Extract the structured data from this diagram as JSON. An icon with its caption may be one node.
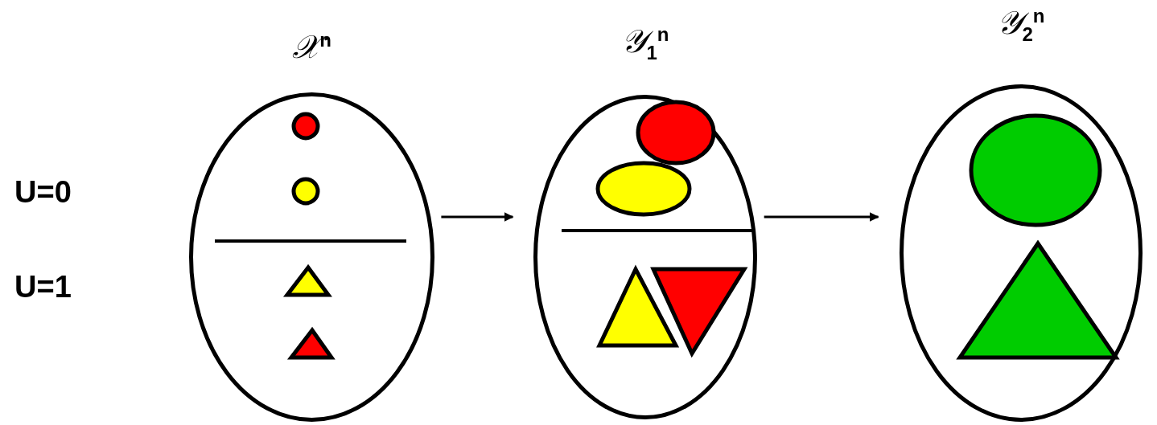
{
  "diagram": {
    "nodes": [
      {
        "text": [
          "𝒳$^{n}$"
        ]
      },
      {
        "text": [
          "𝒴$_{1}$$^{n}$"
        ]
      },
      {
        "text": [
          "𝒴$_{2}$$^{n}$"
        ]
      }
    ],
    "edges": [
      {
        "from": 0,
        "to": 1,
        "arrow": "to"
      },
      {
        "from": 1,
        "to": 2,
        "arrow": "to"
      }
    ],
    "labels": [
      "U=0",
      "U=1"
    ]
  }
}
